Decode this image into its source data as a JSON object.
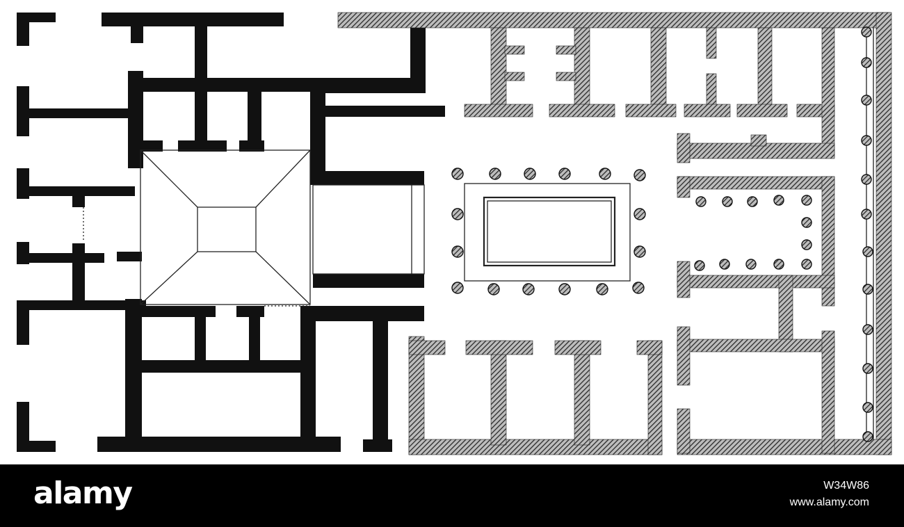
{
  "diagram": {
    "wall_colors": {
      "dark": "#111111",
      "hatched": "#555555",
      "background": "#ffffff"
    }
  },
  "footer": {
    "brand": "alamy",
    "image_id": "W34W86",
    "site_url": "www.alamy.com",
    "background": "#000000",
    "text_color": "#ffffff"
  }
}
